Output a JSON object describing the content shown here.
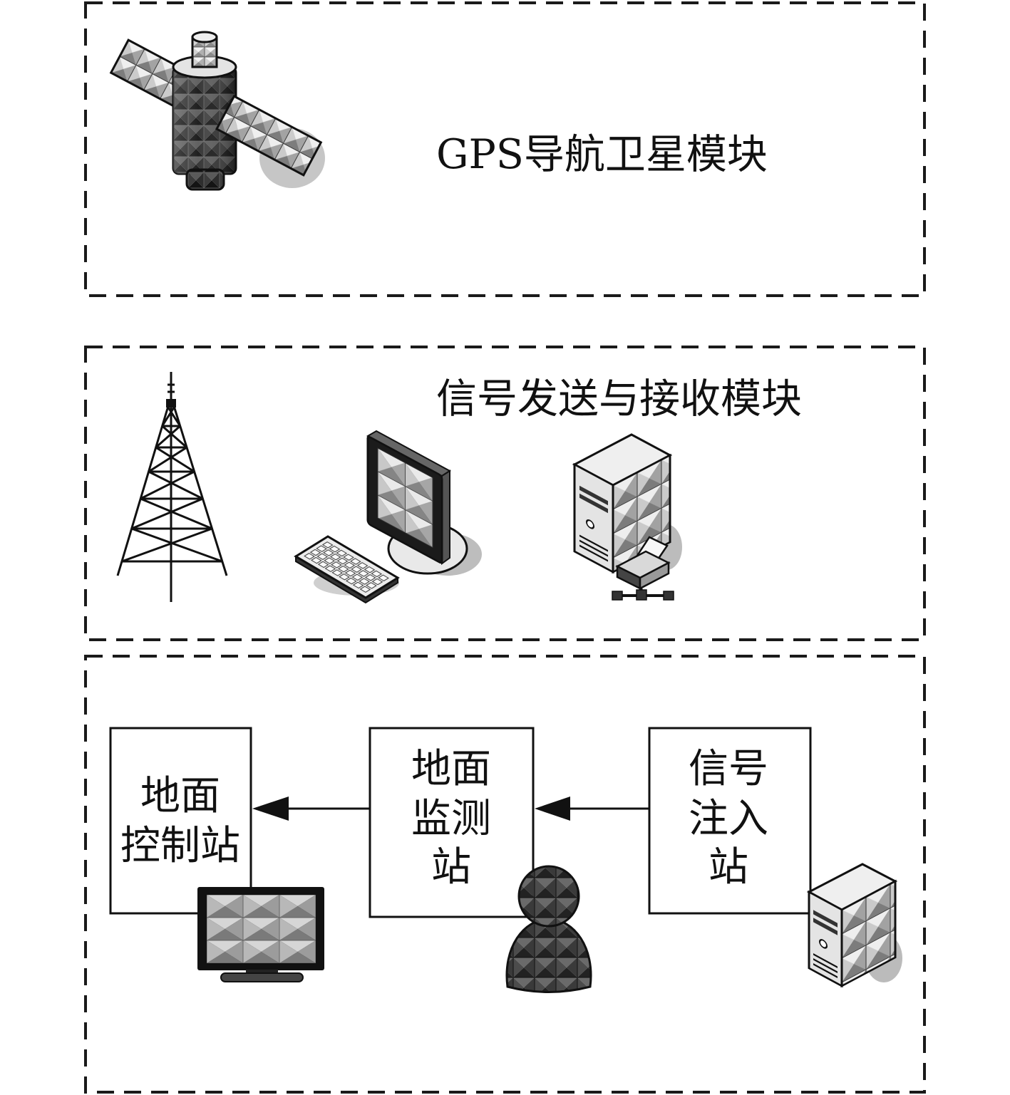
{
  "satellite_module": {
    "title": "GPS导航卫星模块",
    "icon": "satellite-icon"
  },
  "signal_module": {
    "title": "信号发送与接收模块",
    "icons": [
      "radio-tower-icon",
      "desktop-computer-icon",
      "server-with-printer-icon"
    ]
  },
  "ground_module": {
    "stations": [
      {
        "lines": [
          "地面",
          "控制站"
        ],
        "icon": "monitor-icon"
      },
      {
        "lines": [
          "地面",
          "监测",
          "站"
        ],
        "icon": "user-icon"
      },
      {
        "lines": [
          "信号",
          "注入",
          "站"
        ],
        "icon": "server-icon"
      }
    ],
    "flows": [
      {
        "from": 2,
        "to": 1
      },
      {
        "from": 1,
        "to": 0
      }
    ]
  },
  "colors": {
    "line": "#111111",
    "box_fill": "#ffffff",
    "shadow": "#c4c4c4"
  }
}
